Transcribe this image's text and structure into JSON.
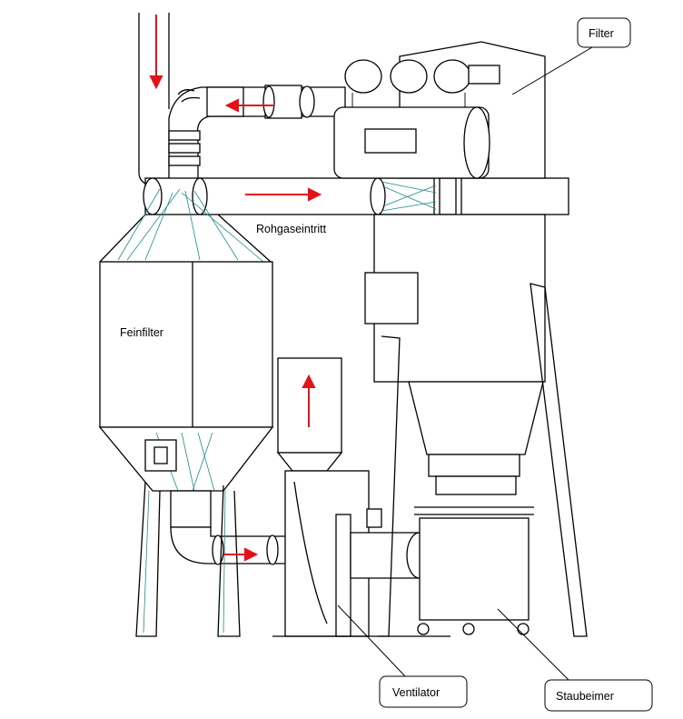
{
  "labels": {
    "filter": "Filter",
    "rohgaseintritt": "Rohgaseintritt",
    "feinfilter": "Feinfilter",
    "ventilator": "Ventilator",
    "staubeimer": "Staubeimer"
  },
  "colors": {
    "flow_arrow": "#e3121b",
    "pipe_lines": "#1e8a8a",
    "outline": "#000000"
  },
  "icons": [
    "arrow-down-icon",
    "arrow-left-icon",
    "arrow-right-icon",
    "arrow-up-icon"
  ]
}
